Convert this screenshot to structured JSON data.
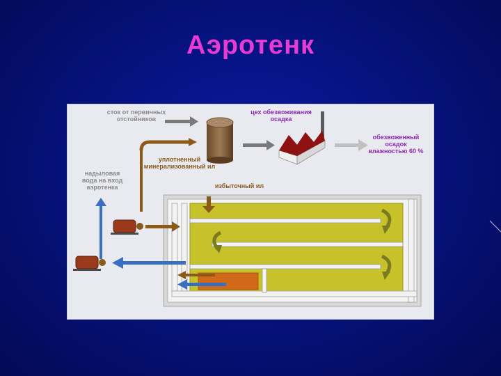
{
  "slide": {
    "title": "Аэротенк"
  },
  "diagram": {
    "labels": {
      "primary_settlers": "сток от первичных\nотстойников",
      "dewatering_shop": "цех обезвоживания\nосадка",
      "dewatered_sludge": "обезвоженный\nосадок\nвлажностью 60 %",
      "thickened_sludge": "уплотненный\nминерализованный ил",
      "return_water": "надыловая\nвода на вход\nаэротенка",
      "excess_sludge": "избыточный ил"
    },
    "colors": {
      "tank_fill": "#c8c22a",
      "tank_walls": "#f2f2f2",
      "arrow_gray": "#7a7a7a",
      "arrow_brown": "#8b5a1a",
      "arrow_blue": "#3a6fc0",
      "pump_body": "#9a3a1a",
      "factory_roof": "#a01818",
      "sludge_zone": "#d06a1a"
    }
  }
}
